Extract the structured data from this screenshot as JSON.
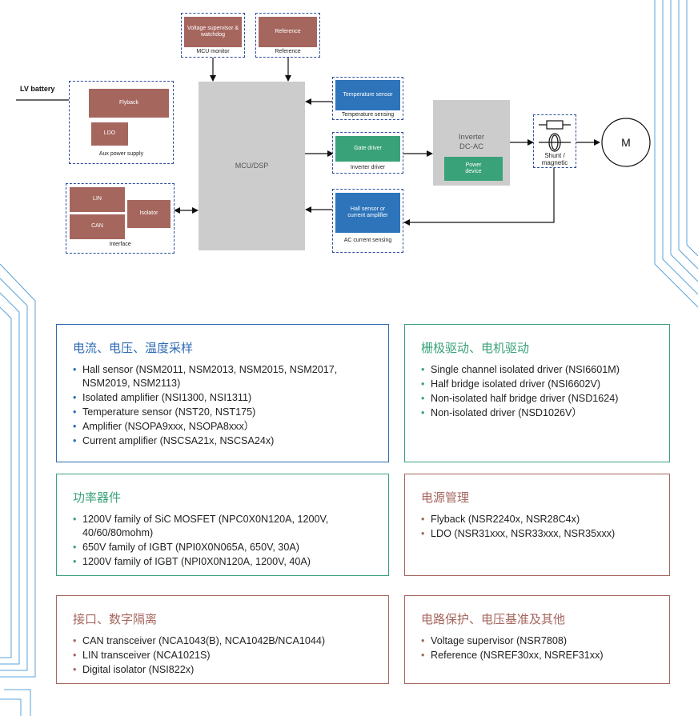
{
  "diagram": {
    "lv_battery": "LV battery",
    "voltage_supervisor_block": "Voltage supervisor & watchdog",
    "mcu_monitor_caption": "MCU monitor",
    "reference_block": "Reference",
    "reference_caption": "Reference",
    "flyback_block": "Flyback",
    "ldo_block": "LDO",
    "aux_power_caption": "Aux power supply",
    "mcu_block": "MCU/DSP",
    "temperature_sensor_block": "Temperature sensor",
    "temperature_sensing_caption": "Temperature sensing",
    "gate_driver_block": "Gate driver",
    "inverter_driver_caption": "Inverter driver",
    "inverter_line1": "Inverter",
    "inverter_line2": "DC-AC",
    "power_device_block": "Power device",
    "shunt_caption": "Shunt / magnetic",
    "motor_label": "M",
    "lin_block": "LIN",
    "can_block": "CAN",
    "isolator_block": "Isolator",
    "interface_caption": "Interface",
    "hall_block": "Hall sensor or current amplifier",
    "ac_current_caption": "AC current sensing"
  },
  "cards": {
    "sensing": {
      "title": "电流、电压、温度采样",
      "items": [
        "Hall sensor (NSM2011, NSM2013, NSM2015, NSM2017, NSM2019,  NSM2113)",
        "Isolated amplifier (NSI1300, NSI1311)",
        "Temperature sensor (NST20, NST175)",
        "Amplifier (NSOPA9xxx, NSOPA8xxx）",
        "Current amplifier (NSCSA21x, NSCSA24x)"
      ]
    },
    "gate": {
      "title": "栅极驱动、电机驱动",
      "items": [
        "Single channel isolated driver (NSI6601M)",
        "Half bridge isolated driver (NSI6602V)",
        "Non-isolated half bridge driver  (NSD1624)",
        "Non-isolated driver (NSD1026V）"
      ]
    },
    "power_devices": {
      "title": "功率器件",
      "items": [
        "1200V family of SiC MOSFET (NPC0X0N120A, 1200V, 40/60/80mohm)",
        "650V family of IGBT  (NPI0X0N065A, 650V, 30A)",
        "1200V family of IGBT  (NPI0X0N120A, 1200V, 40A)"
      ]
    },
    "power_mgmt": {
      "title": "电源管理",
      "items": [
        "Flyback (NSR2240x, NSR28C4x)",
        "LDO (NSR31xxx, NSR33xxx, NSR35xxx)"
      ]
    },
    "interface": {
      "title": "接口、数字隔离",
      "items": [
        "CAN transceiver (NCA1043(B), NCA1042B/NCA1044)",
        "LIN transceiver (NCA1021S)",
        "Digital isolator (NSI822x)"
      ]
    },
    "protection": {
      "title": "电路保护、电压基准及其他",
      "items": [
        "Voltage supervisor (NSR7808)",
        "Reference (NSREF30xx, NSREF31xx)"
      ]
    }
  },
  "colors": {
    "blue_accent": "#2d6bb3",
    "green_accent": "#3aa279",
    "brown_accent": "#a5665e",
    "deco_lines": "#5aa3d8"
  }
}
